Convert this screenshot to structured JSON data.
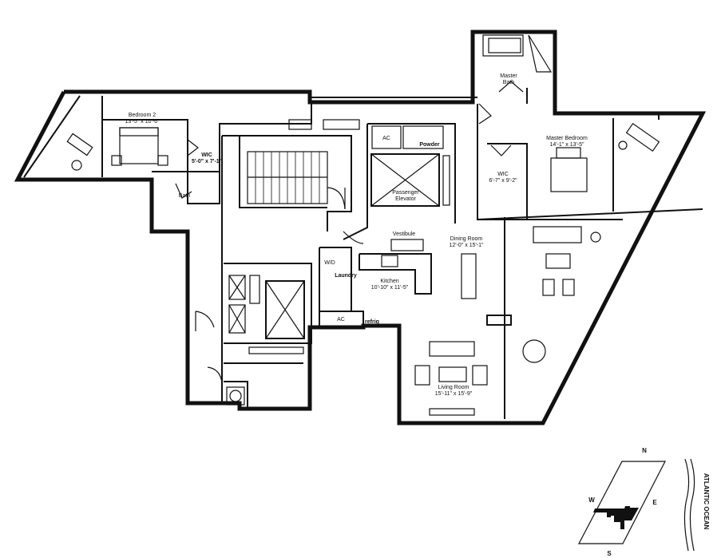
{
  "rooms": {
    "bedroom2": {
      "name": "Bedroom 2",
      "dims": "13'-5\" x 10'-6\""
    },
    "wic1": {
      "name": "WIC",
      "dims": "5'-0\" x 7'-1\""
    },
    "bath": {
      "name": "Bath"
    },
    "ac1": {
      "name": "AC"
    },
    "powder": {
      "name": "Powder"
    },
    "elevator": {
      "line1": "Passenger",
      "line2": "Elevator"
    },
    "master_bath": {
      "line1": "Master",
      "line2": "Bath"
    },
    "master_bedroom": {
      "name": "Master Bedroom",
      "dims": "14'-1\" x 13'-5\""
    },
    "wic2": {
      "name": "WIC",
      "dims": "6'-7\" x 9'-2\""
    },
    "vestibule": {
      "name": "Vestibule"
    },
    "dining": {
      "name": "Dining Room",
      "dims": "12'-0\" x 15'-1\""
    },
    "wd": {
      "name": "W/D"
    },
    "laundry": {
      "name": "Laundry"
    },
    "kitchen": {
      "name": "Kitchen",
      "dims": "10'-10\" x 11'-5\""
    },
    "ac2": {
      "name": "AC"
    },
    "refrig": {
      "name": "refrig"
    },
    "living": {
      "name": "Living Room",
      "dims": "15'-11\" x 15'-9\""
    }
  },
  "key_plan": {
    "north": "N",
    "south": "S",
    "east": "E",
    "west": "W",
    "ocean": "ATLANTIC OCEAN"
  }
}
